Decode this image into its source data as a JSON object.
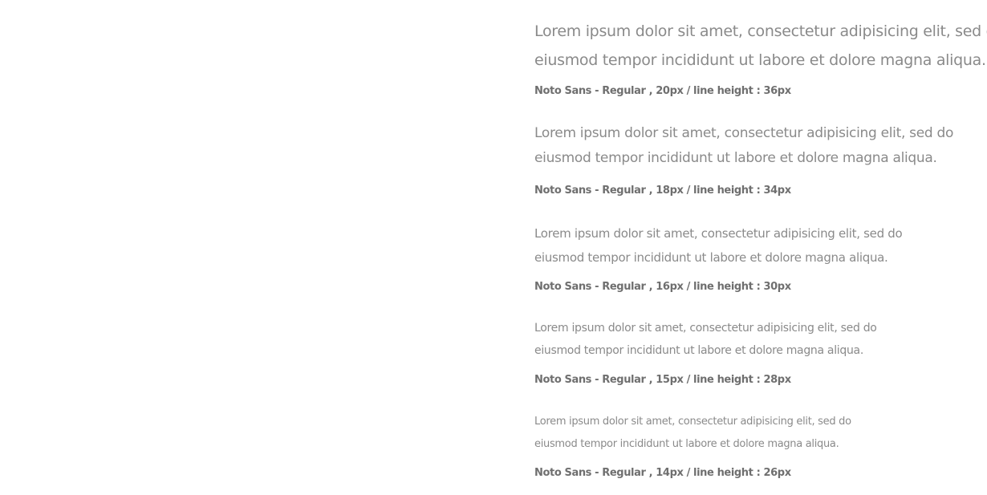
{
  "specimens": [
    {
      "line1": "Lorem ipsum dolor sit amet, consectetur adipisicing elit, sed do",
      "line2": "eiusmod tempor incididunt ut labore et dolore magna aliqua.",
      "caption": "Noto Sans - Regular , 20px  /  line height : 36px"
    },
    {
      "line1": "Lorem ipsum dolor sit amet, consectetur adipisicing elit, sed do",
      "line2": "eiusmod tempor incididunt ut labore et dolore magna aliqua.",
      "caption": "Noto Sans - Regular , 18px  /  line height : 34px"
    },
    {
      "line1": "Lorem ipsum dolor sit amet, consectetur adipisicing elit, sed do",
      "line2": "eiusmod tempor incididunt ut labore et dolore magna aliqua.",
      "caption": "Noto Sans - Regular , 16px  /  line height : 30px"
    },
    {
      "line1": "Lorem ipsum dolor sit amet, consectetur adipisicing elit, sed do",
      "line2": "eiusmod tempor incididunt ut labore et dolore magna aliqua.",
      "caption": "Noto Sans - Regular , 15px  /  line height : 28px"
    },
    {
      "line1": "Lorem ipsum dolor sit amet, consectetur adipisicing elit, sed do",
      "line2": "eiusmod tempor incididunt ut labore et dolore magna aliqua.",
      "caption": "Noto Sans - Regular , 14px  /  line height : 26px"
    }
  ],
  "colors": {
    "sample_text": "#8a8a8a",
    "caption_text": "#6f6f6f",
    "background": "#ffffff"
  }
}
